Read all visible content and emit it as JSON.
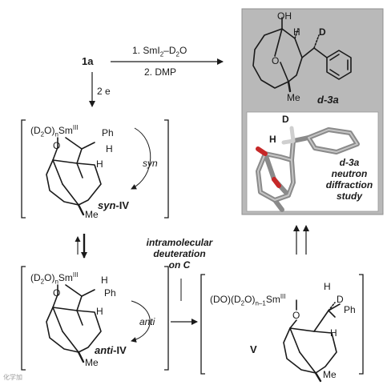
{
  "compound_1a": "1a",
  "step_1": "1. SmI",
  "step_1_sub": "2",
  "step_1_tail": "–D",
  "step_1_sub2": "2",
  "step_1_end": "O",
  "step_2": "2. DMP",
  "electrons": "2 e",
  "sm_complex_prefix": "(D",
  "sm_complex_d2o_sub": "2",
  "sm_complex_o": "O)",
  "sm_complex_n": "n",
  "sm_symbol": "Sm",
  "sm_oxidation": "III",
  "syn": {
    "label": "syn",
    "name_prefix": "syn",
    "name_suffix": "-IV",
    "ph": "Ph",
    "h1": "H",
    "h2": "H",
    "o": "O",
    "me": "Me"
  },
  "anti": {
    "label": "anti",
    "name_prefix": "anti",
    "name_suffix": "-IV",
    "ph": "Ph",
    "h1": "H",
    "h2": "H",
    "o": "O",
    "me": "Me"
  },
  "intramolecular_line1": "intramolecular",
  "intramolecular_line2": "deuteration",
  "intramolecular_line3": "on C",
  "intermediate_v": {
    "prefix": "(DO)(D",
    "d2o_sub": "2",
    "o_part": "O)",
    "n_sub": "n–1",
    "sm": "Sm",
    "ox": "III",
    "o": "O",
    "d": "D",
    "ph": "Ph",
    "h": "H",
    "me": "Me",
    "label": "V"
  },
  "product": {
    "oh": "OH",
    "h": "H",
    "d": "D",
    "o": "O",
    "me": "Me",
    "label": "d-3a"
  },
  "crystal": {
    "d": "D",
    "h": "H",
    "label1": "d-3a",
    "label2": "neutron",
    "label3": "diffraction",
    "label4": "study"
  },
  "watermark": "化学加",
  "colors": {
    "panel_gray": "#b9b9b9",
    "model_gray": "#8a8a8a",
    "oxygen_red": "#c62828"
  }
}
